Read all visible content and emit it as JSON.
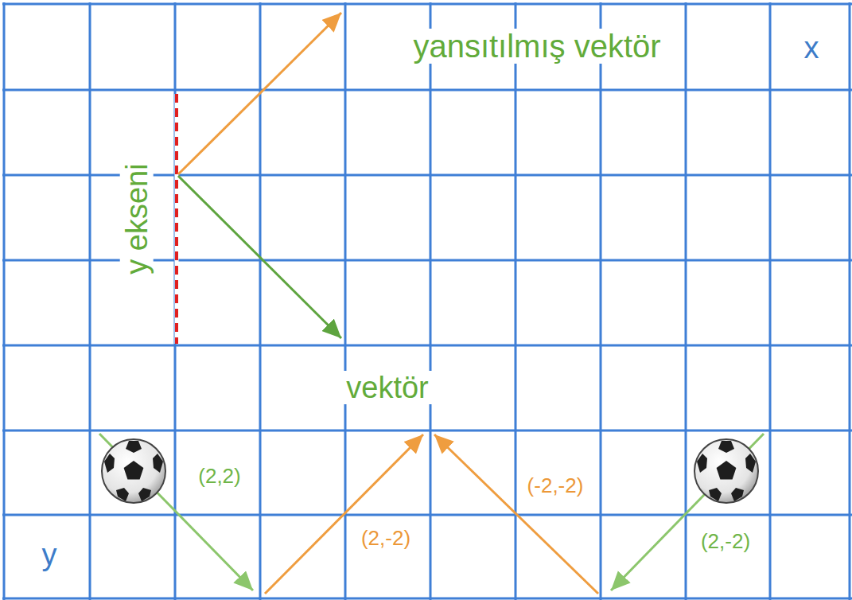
{
  "diagram": {
    "labels": [
      "yansıtılmış vektör",
      "x",
      "y ekseni",
      "vektör",
      "(2,2)",
      "(2,-2)",
      "(-2,-2)",
      "(2,-2)",
      "y"
    ]
  }
}
